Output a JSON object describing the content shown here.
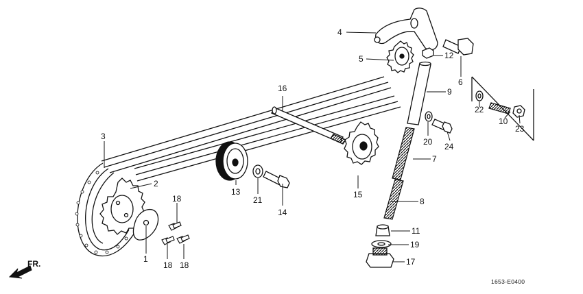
{
  "diagram": {
    "drawing_code": "1653-E0400",
    "direction_label": "FR.",
    "callouts": [
      {
        "id": "p1",
        "label": "1"
      },
      {
        "id": "p2",
        "label": "2"
      },
      {
        "id": "p3",
        "label": "3"
      },
      {
        "id": "p4",
        "label": "4"
      },
      {
        "id": "p5",
        "label": "5"
      },
      {
        "id": "p6",
        "label": "6"
      },
      {
        "id": "p7",
        "label": "7"
      },
      {
        "id": "p8",
        "label": "8"
      },
      {
        "id": "p9",
        "label": "9"
      },
      {
        "id": "p10",
        "label": "10"
      },
      {
        "id": "p11",
        "label": "11"
      },
      {
        "id": "p12",
        "label": "12"
      },
      {
        "id": "p13",
        "label": "13"
      },
      {
        "id": "p14",
        "label": "14"
      },
      {
        "id": "p15",
        "label": "15"
      },
      {
        "id": "p16",
        "label": "16"
      },
      {
        "id": "p17",
        "label": "17"
      },
      {
        "id": "p18a",
        "label": "18"
      },
      {
        "id": "p18b",
        "label": "18"
      },
      {
        "id": "p18c",
        "label": "18"
      },
      {
        "id": "p19",
        "label": "19"
      },
      {
        "id": "p20",
        "label": "20"
      },
      {
        "id": "p21",
        "label": "21"
      },
      {
        "id": "p22",
        "label": "22"
      },
      {
        "id": "p23",
        "label": "23"
      },
      {
        "id": "p24",
        "label": "24"
      }
    ]
  }
}
